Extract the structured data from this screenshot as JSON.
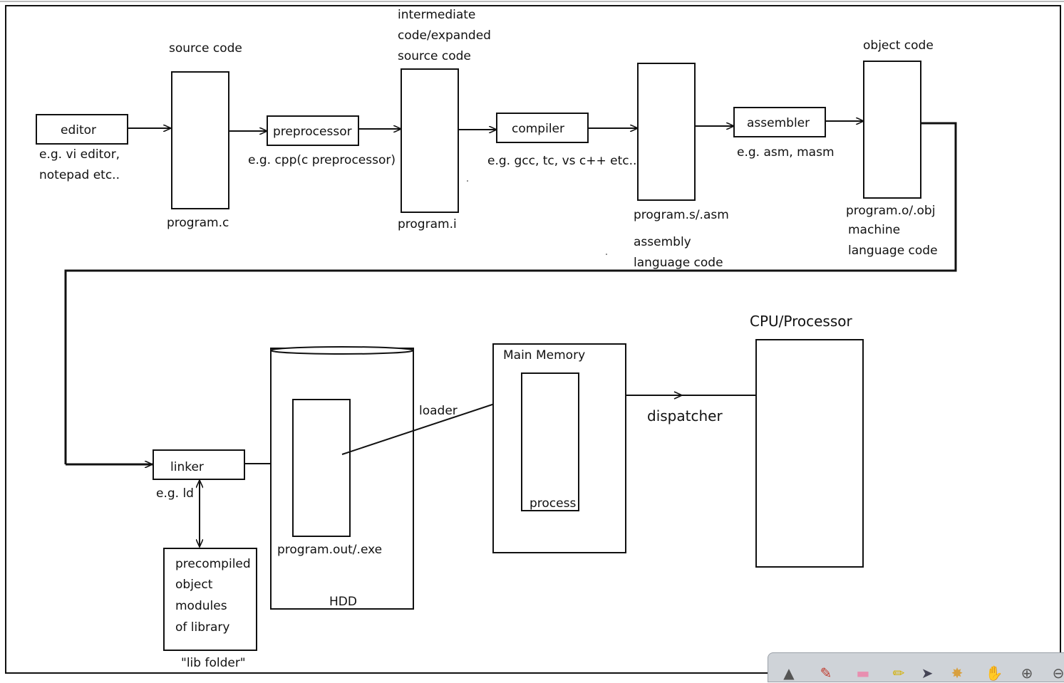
{
  "diagram": {
    "editor": {
      "label": "editor",
      "note1": "e.g. vi editor,",
      "note2": "notepad etc.."
    },
    "source": {
      "caption": "source code",
      "file": "program.c"
    },
    "preprocessor": {
      "label": "preprocessor",
      "note": "e.g. cpp(c preprocessor)"
    },
    "intermediate": {
      "caption1": "intermediate",
      "caption2": "code/expanded",
      "caption3": "source code",
      "file": "program.i"
    },
    "compiler": {
      "label": "compiler",
      "note": "e.g. gcc, tc, vs c++ etc..."
    },
    "assembly": {
      "file": "program.s/.asm",
      "caption1": "assembly",
      "caption2": "language code"
    },
    "assembler": {
      "label": "assembler",
      "note": "e.g. asm, masm"
    },
    "object": {
      "caption": "object code",
      "file": "program.o/.obj",
      "desc1": "machine",
      "desc2": "language code"
    },
    "linker": {
      "label": "linker",
      "note": "e.g. ld"
    },
    "library": {
      "line1": "precompiled",
      "line2": "object",
      "line3": "modules",
      "line4": "of library",
      "caption": "\"lib folder\""
    },
    "hdd": {
      "label": "HDD",
      "file": "program.out/.exe"
    },
    "loader": {
      "label": "loader"
    },
    "memory": {
      "label": "Main Memory",
      "process": "process"
    },
    "dispatcher": {
      "label": "dispatcher"
    },
    "cpu": {
      "label": "CPU/Processor"
    }
  },
  "toolbar": {
    "tools": [
      "pointer-icon",
      "pen-icon",
      "eraser-icon",
      "highlighter-icon",
      "cursor-icon",
      "laser-icon",
      "hand-icon",
      "zoom-icon"
    ]
  }
}
